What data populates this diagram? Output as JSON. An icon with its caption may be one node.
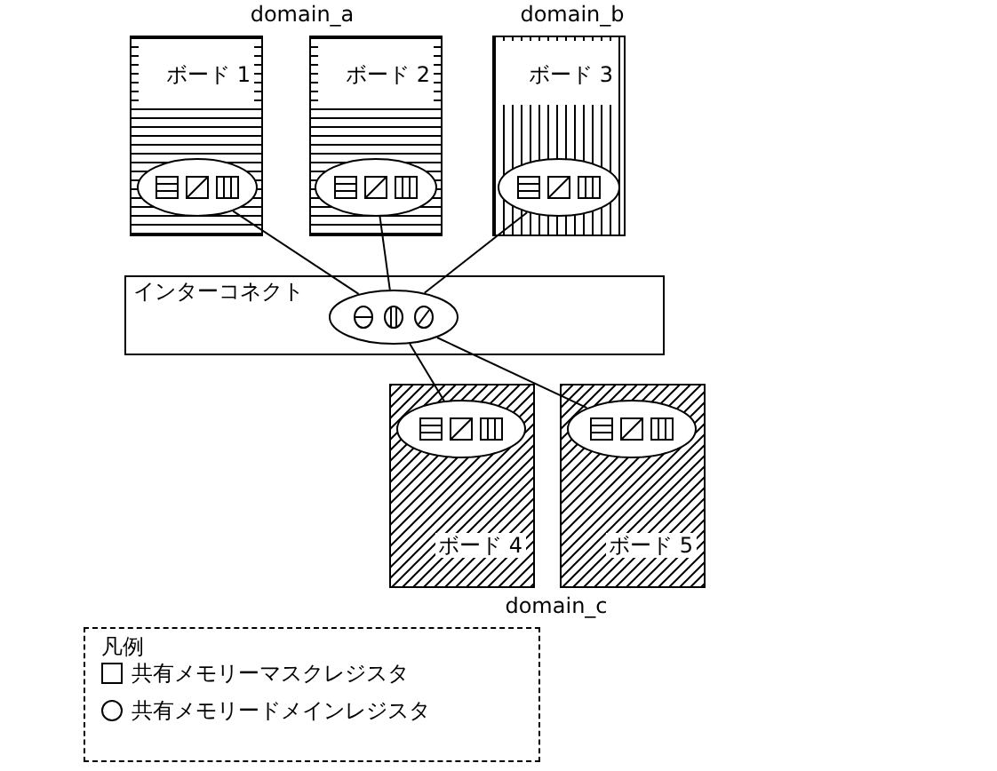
{
  "diagram": {
    "nodes": [
      {
        "text": [
          "ボード 1"
        ]
      },
      {
        "text": [],
        "shape": "ellipse",
        "in": 0
      },
      {
        "text": [
          "ボード 2"
        ]
      },
      {
        "text": [],
        "shape": "ellipse",
        "in": 2
      },
      {
        "text": [
          "ボード 3"
        ]
      },
      {
        "text": [],
        "shape": "ellipse",
        "in": 4
      },
      {
        "text": [
          "インターコネクト"
        ]
      },
      {
        "text": [],
        "shape": "ellipse",
        "in": 6
      },
      {
        "text": [
          "ボード 4"
        ]
      },
      {
        "text": [],
        "shape": "ellipse",
        "in": 8
      },
      {
        "text": [
          "ボード 5"
        ]
      },
      {
        "text": [],
        "shape": "ellipse",
        "in": 10
      }
    ],
    "edges": [
      {
        "from": 1,
        "to": 7,
        "arrow": "none"
      },
      {
        "from": 3,
        "to": 7,
        "arrow": "none"
      },
      {
        "from": 5,
        "to": 7,
        "arrow": "none"
      },
      {
        "from": 7,
        "to": 9,
        "arrow": "none"
      },
      {
        "from": 7,
        "to": 11,
        "arrow": "none"
      }
    ],
    "labels": [
      "domain_a",
      "domain_b",
      "domain_c",
      "凡例"
    ],
    "legend": [
      {
        "text": "共有メモリーマスクレジスタ"
      },
      {
        "text": "共有メモリードメインレジスタ"
      }
    ]
  }
}
